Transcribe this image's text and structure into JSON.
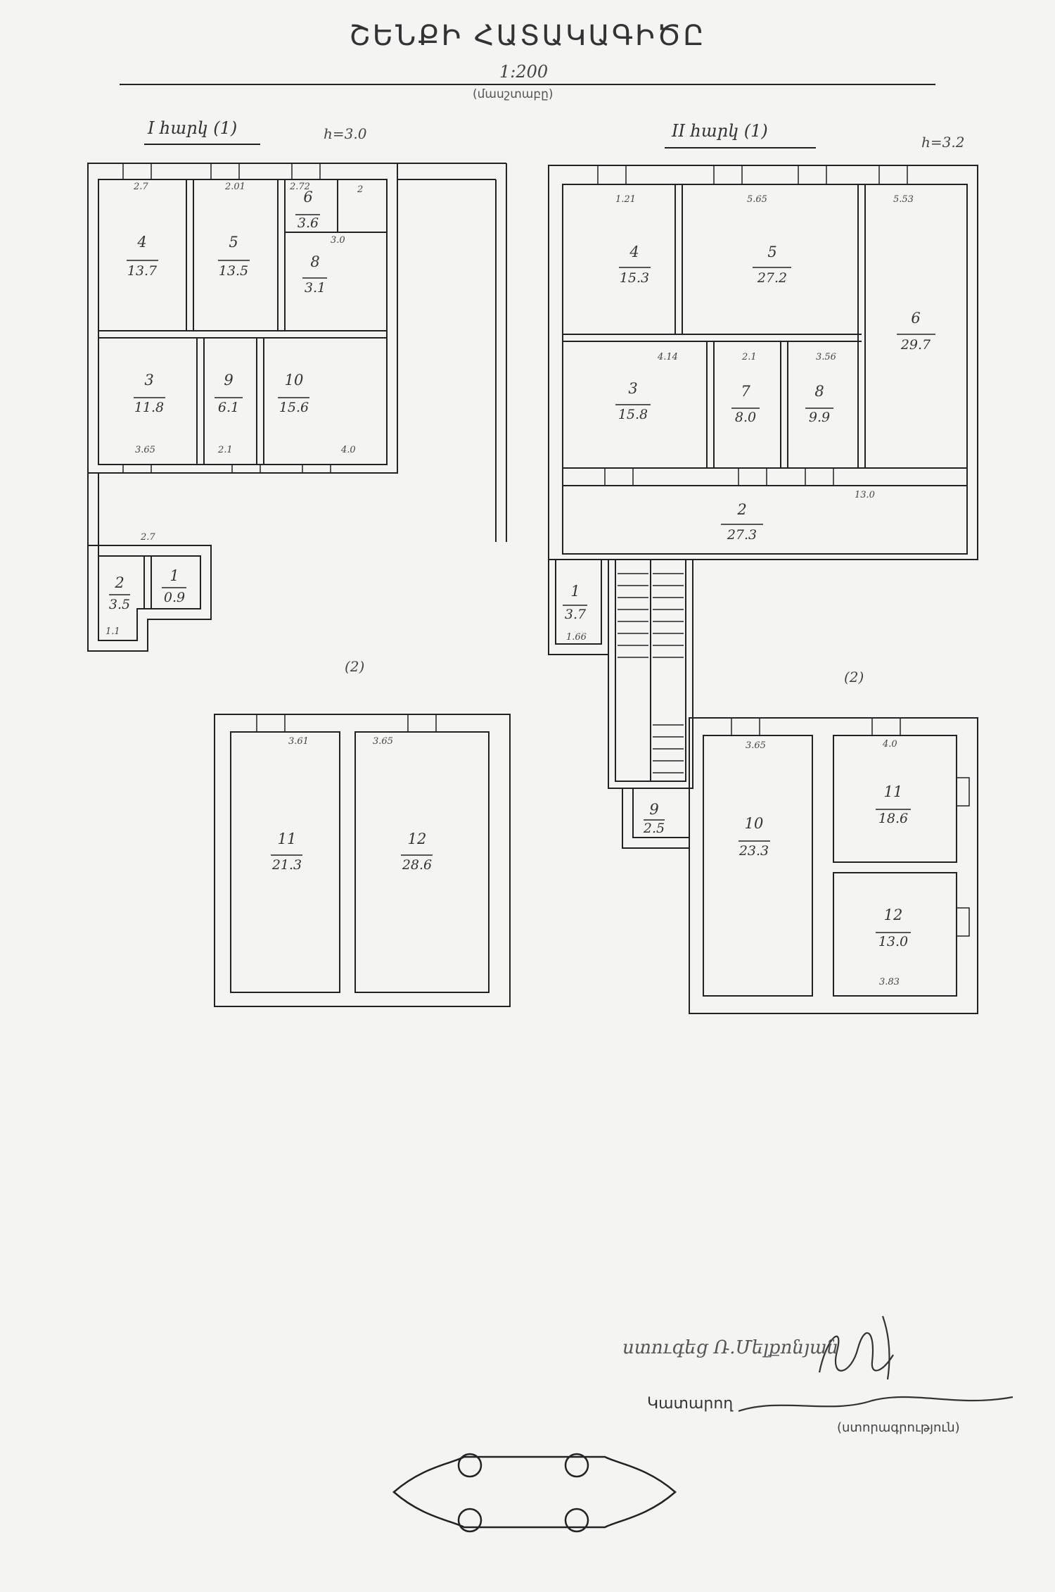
{
  "header": {
    "title": "ՇԵՆՔԻ ՀԱՏԱԿԱԳԻԾԸ",
    "scale": "1:200",
    "scale_caption": "(մասշտաբը)"
  },
  "floors": [
    {
      "label": "I հարկ (1)",
      "note": "h=3.0"
    },
    {
      "label": "II հարկ (1)",
      "note": "h=3.2"
    }
  ],
  "section_marks": [
    "(2)",
    "(2)"
  ],
  "rooms": {
    "f1": [
      {
        "no": "4",
        "area": "13.7"
      },
      {
        "no": "5",
        "area": "13.5"
      },
      {
        "no": "6",
        "area": "3.6"
      },
      {
        "no": "8",
        "area": "3.1"
      },
      {
        "no": "3",
        "area": "11.8"
      },
      {
        "no": "9",
        "area": "6.1"
      },
      {
        "no": "10",
        "area": "15.6"
      },
      {
        "no": "2",
        "area": "3.5"
      },
      {
        "no": "1",
        "area": "0.9"
      },
      {
        "no": "11",
        "area": "21.3"
      },
      {
        "no": "12",
        "area": "28.6"
      }
    ],
    "f2": [
      {
        "no": "4",
        "area": "15.3"
      },
      {
        "no": "5",
        "area": "27.2"
      },
      {
        "no": "6",
        "area": "29.7"
      },
      {
        "no": "3",
        "area": "15.8"
      },
      {
        "no": "7",
        "area": "8.0"
      },
      {
        "no": "8",
        "area": "9.9"
      },
      {
        "no": "2",
        "area": "27.3"
      },
      {
        "no": "1",
        "area": "3.7"
      },
      {
        "no": "9",
        "area": "2.5"
      },
      {
        "no": "10",
        "area": "23.3"
      },
      {
        "no": "11",
        "area": "18.6"
      },
      {
        "no": "12",
        "area": "13.0"
      }
    ]
  },
  "dimensions": {
    "f1_top": [
      "2.7",
      "2.01",
      "2.72",
      "2"
    ],
    "f1_mid": [
      "3.0",
      "3.65",
      "2.1",
      "4.0"
    ],
    "f1_small": [
      "2.7",
      "1.1"
    ],
    "f1_lower": [
      "3.61",
      "3.65"
    ],
    "f2_top": [
      "1.21",
      "5.65",
      "5.53"
    ],
    "f2_mid": [
      "4.14",
      "2.1",
      "3.56",
      "13.0"
    ],
    "f2_small": [
      "1.66"
    ],
    "f2_lower": [
      "3.65",
      "4.0",
      "3.83"
    ]
  },
  "signature": {
    "line1": "ստուգեց  Ռ.Մելքոնյան",
    "executor_label": "Կատարող",
    "executor_caption": "(ստորագրություն)"
  },
  "colors": {
    "ink": "#2a2a2a",
    "paper": "#f4f4f2"
  }
}
